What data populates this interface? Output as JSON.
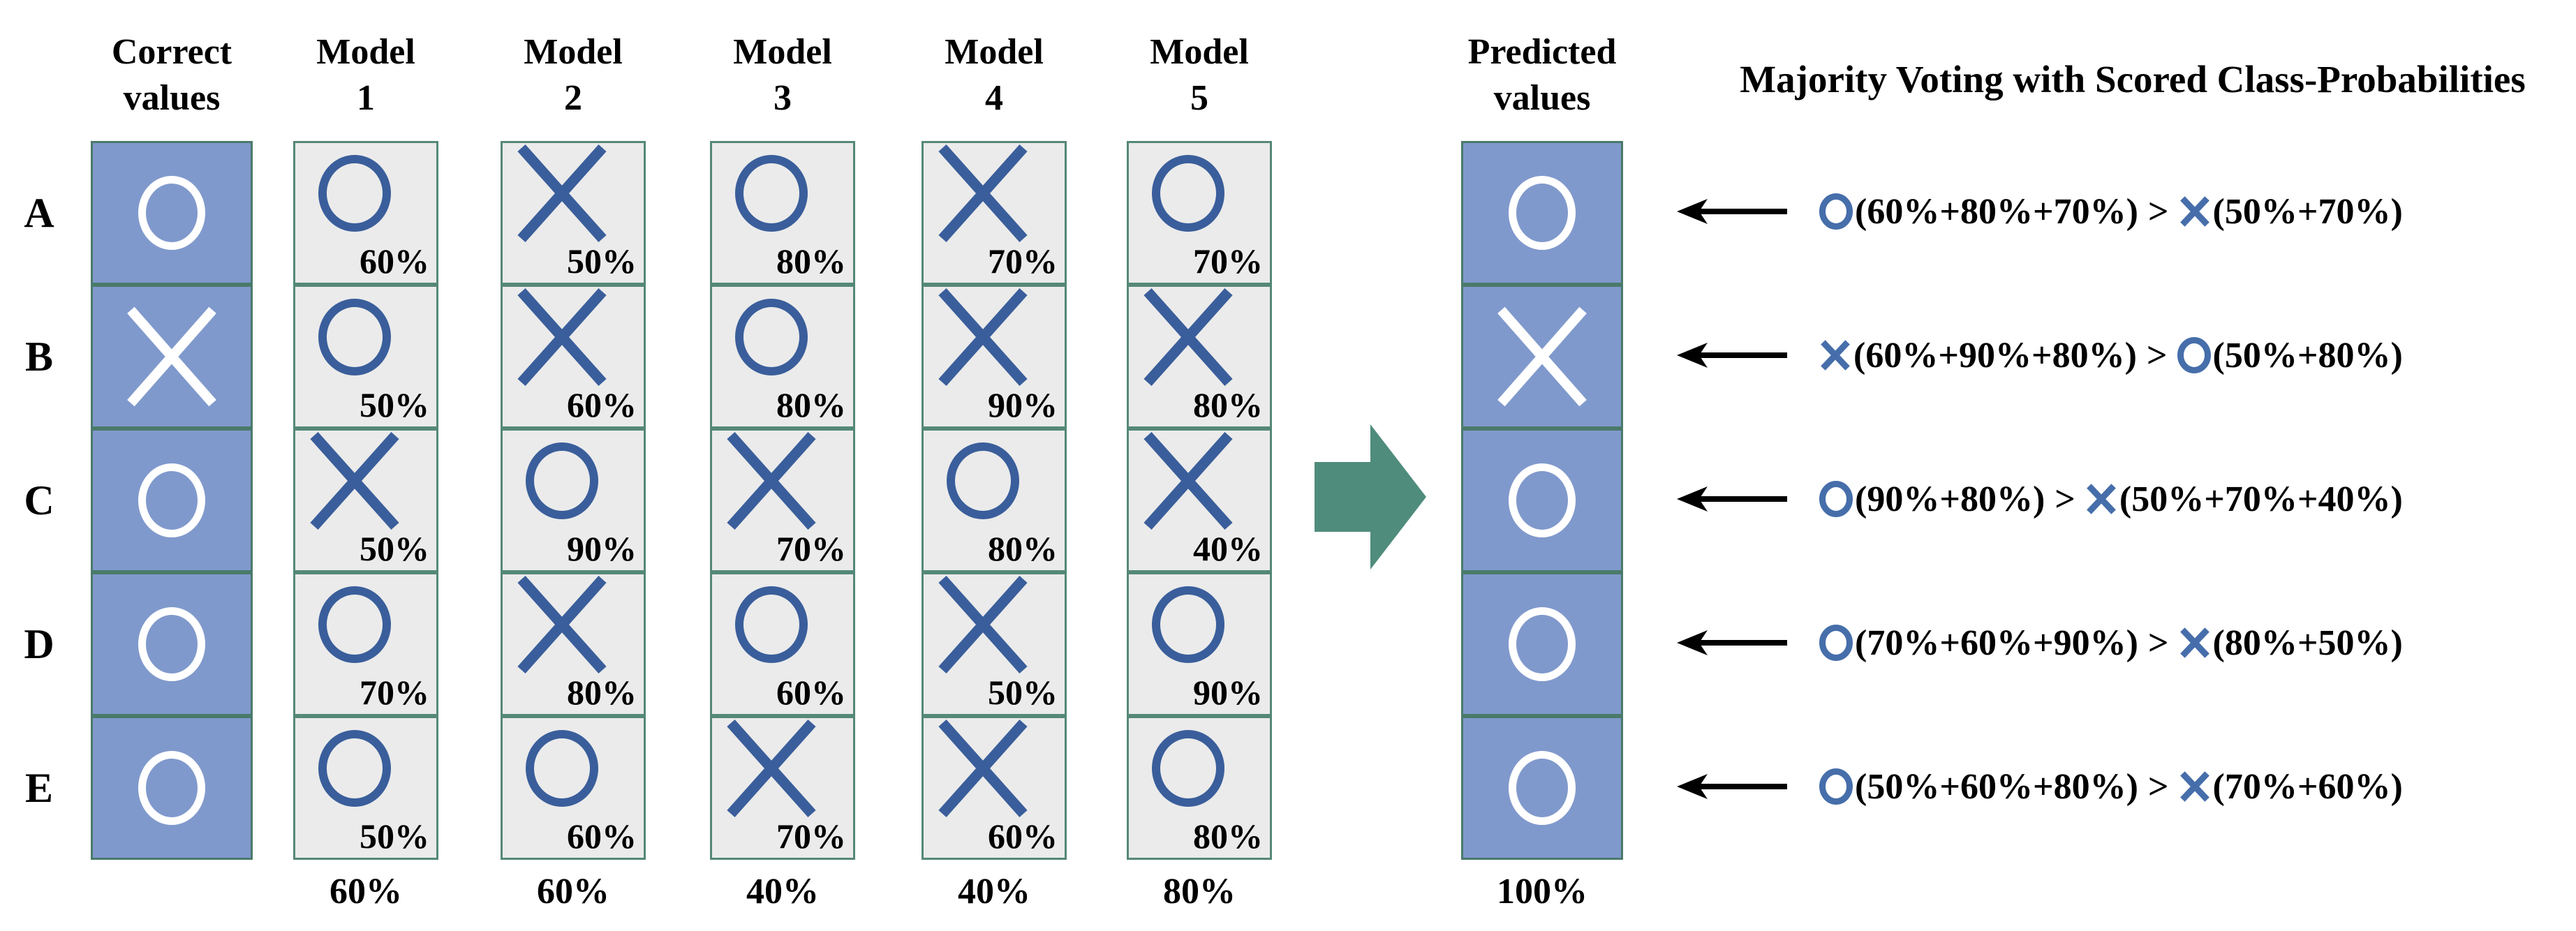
{
  "title": "Majority Voting with Scored Class-Probabilities",
  "row_labels": [
    "A",
    "B",
    "C",
    "D",
    "E"
  ],
  "headers": {
    "correct": {
      "l1": "Correct",
      "l2": "values"
    },
    "models": [
      {
        "l1": "Model",
        "l2": "1"
      },
      {
        "l1": "Model",
        "l2": "2"
      },
      {
        "l1": "Model",
        "l2": "3"
      },
      {
        "l1": "Model",
        "l2": "4"
      },
      {
        "l1": "Model",
        "l2": "5"
      }
    ],
    "predicted": {
      "l1": "Predicted",
      "l2": "values"
    }
  },
  "grid": {
    "correct_symbols": [
      "O",
      "X",
      "O",
      "O",
      "O"
    ],
    "model_cells": [
      [
        {
          "symbol": "O",
          "prob": "60%"
        },
        {
          "symbol": "X",
          "prob": "50%"
        },
        {
          "symbol": "O",
          "prob": "80%"
        },
        {
          "symbol": "X",
          "prob": "70%"
        },
        {
          "symbol": "O",
          "prob": "70%"
        }
      ],
      [
        {
          "symbol": "O",
          "prob": "50%"
        },
        {
          "symbol": "X",
          "prob": "60%"
        },
        {
          "symbol": "O",
          "prob": "80%"
        },
        {
          "symbol": "X",
          "prob": "90%"
        },
        {
          "symbol": "X",
          "prob": "80%"
        }
      ],
      [
        {
          "symbol": "X",
          "prob": "50%"
        },
        {
          "symbol": "O",
          "prob": "90%"
        },
        {
          "symbol": "X",
          "prob": "70%"
        },
        {
          "symbol": "O",
          "prob": "80%"
        },
        {
          "symbol": "X",
          "prob": "40%"
        }
      ],
      [
        {
          "symbol": "O",
          "prob": "70%"
        },
        {
          "symbol": "X",
          "prob": "80%"
        },
        {
          "symbol": "O",
          "prob": "60%"
        },
        {
          "symbol": "X",
          "prob": "50%"
        },
        {
          "symbol": "O",
          "prob": "90%"
        }
      ],
      [
        {
          "symbol": "O",
          "prob": "50%"
        },
        {
          "symbol": "O",
          "prob": "60%"
        },
        {
          "symbol": "X",
          "prob": "70%"
        },
        {
          "symbol": "X",
          "prob": "60%"
        },
        {
          "symbol": "O",
          "prob": "80%"
        }
      ]
    ],
    "predicted_symbols": [
      "O",
      "X",
      "O",
      "O",
      "O"
    ]
  },
  "accuracies": {
    "models": [
      "60%",
      "60%",
      "40%",
      "40%",
      "80%"
    ],
    "predicted": "100%"
  },
  "formulas": [
    {
      "winner": "O",
      "winner_terms": "(60%+80%+70%)",
      "op": ">",
      "loser": "X",
      "loser_terms": "(50%+70%)"
    },
    {
      "winner": "X",
      "winner_terms": "(60%+90%+80%)",
      "op": ">",
      "loser": "O",
      "loser_terms": "(50%+80%)"
    },
    {
      "winner": "O",
      "winner_terms": "(90%+80%)",
      "op": ">",
      "loser": "X",
      "loser_terms": "(50%+70%+40%)"
    },
    {
      "winner": "O",
      "winner_terms": "(70%+60%+90%)",
      "op": ">",
      "loser": "X",
      "loser_terms": "(80%+50%)"
    },
    {
      "winner": "O",
      "winner_terms": "(50%+60%+80%)",
      "op": ">",
      "loser": "X",
      "loser_terms": "(70%+60%)"
    }
  ],
  "colors": {
    "cell_blue_fill": "#8099cc",
    "cell_gray_fill": "#ebebeb",
    "cell_border": "#558878",
    "blue_cell_border": "#4a7a6a",
    "symbol_navy": "#3a5e9b",
    "symbol_white": "#ffffff",
    "formula_blue": "#466eaa",
    "arrow_teal": "#4f8c7c",
    "text_black": "#000000"
  }
}
